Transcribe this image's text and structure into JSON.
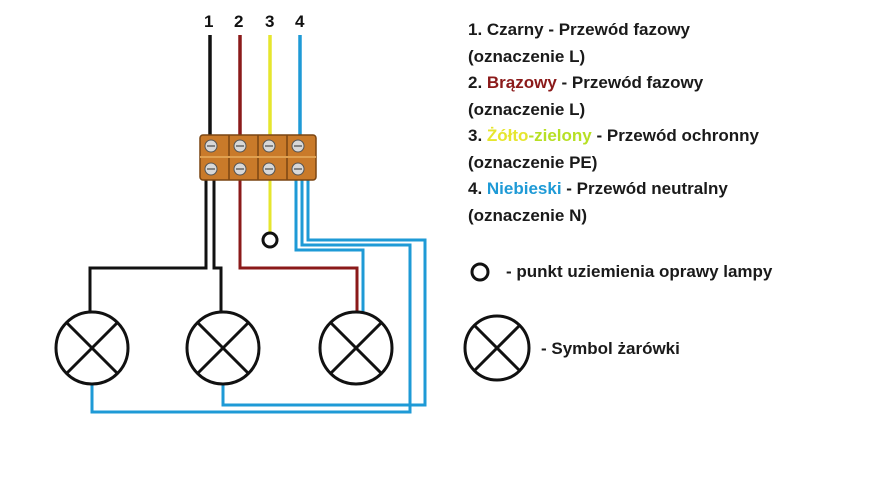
{
  "colors": {
    "black": "#111111",
    "brown": "#8b1a1a",
    "yellow": "#e6e62e",
    "green": "#b7e024",
    "blue": "#1e9ad6",
    "terminal": "#c97a2a",
    "text": "#1a1a1a"
  },
  "wire_labels": [
    "1",
    "2",
    "3",
    "4"
  ],
  "legend": [
    {
      "line1_parts": [
        {
          "text": "1. Czarny",
          "color": "#1a1a1a"
        },
        {
          "text": " - Przewód fazowy",
          "color": "#1a1a1a"
        }
      ],
      "line2": "(oznaczenie L)"
    },
    {
      "line1_parts": [
        {
          "text": "2. ",
          "color": "#1a1a1a"
        },
        {
          "text": "Brązowy",
          "color": "#8b1a1a"
        },
        {
          "text": " - Przewód fazowy",
          "color": "#1a1a1a"
        }
      ],
      "line2": "(oznaczenie L)"
    },
    {
      "line1_parts": [
        {
          "text": "3. ",
          "color": "#1a1a1a"
        },
        {
          "text": "Żółto",
          "color": "#e6e62e"
        },
        {
          "text": "-zielony",
          "color": "#b7e024"
        },
        {
          "text": " - Przewód ochronny",
          "color": "#1a1a1a"
        }
      ],
      "line2": "(oznaczenie PE)"
    },
    {
      "line1_parts": [
        {
          "text": "4. ",
          "color": "#1a1a1a"
        },
        {
          "text": "Niebieski",
          "color": "#1e9ad6"
        },
        {
          "text": " - Przewód neutralny",
          "color": "#1a1a1a"
        }
      ],
      "line2": "(oznaczenie N)"
    }
  ],
  "ground_symbol_label": "- punkt uziemienia oprawy lampy",
  "bulb_symbol_label": "- Symbol żarówki"
}
